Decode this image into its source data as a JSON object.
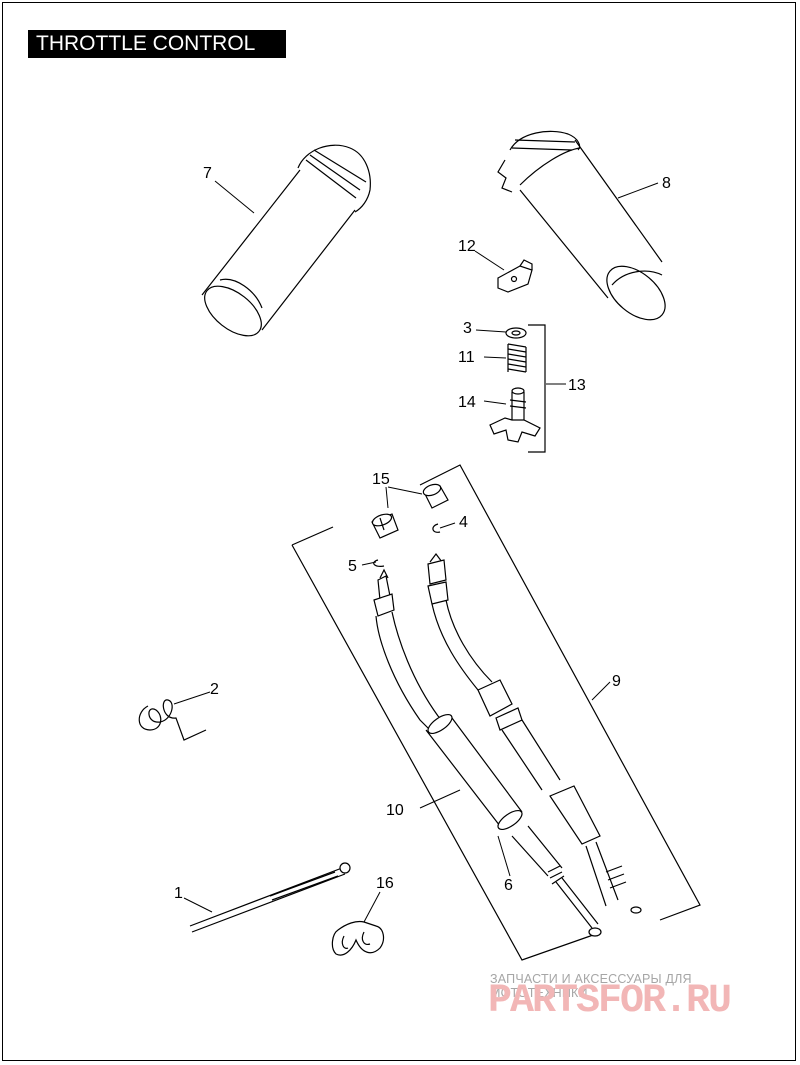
{
  "title": "THROTTLE CONTROL",
  "callouts": {
    "c1": "1",
    "c2": "2",
    "c3": "3",
    "c4": "4",
    "c5": "5",
    "c6": "6",
    "c7": "7",
    "c8": "8",
    "c9": "9",
    "c10": "10",
    "c11": "11",
    "c12": "12",
    "c13": "13",
    "c14": "14",
    "c15": "15",
    "c16": "16"
  },
  "watermark": {
    "tagline": "ЗАПЧАСТИ И АКСЕССУАРЫ ДЛЯ МОТОТЕХНИКИ",
    "logo": "PARTSFOR.RU"
  }
}
